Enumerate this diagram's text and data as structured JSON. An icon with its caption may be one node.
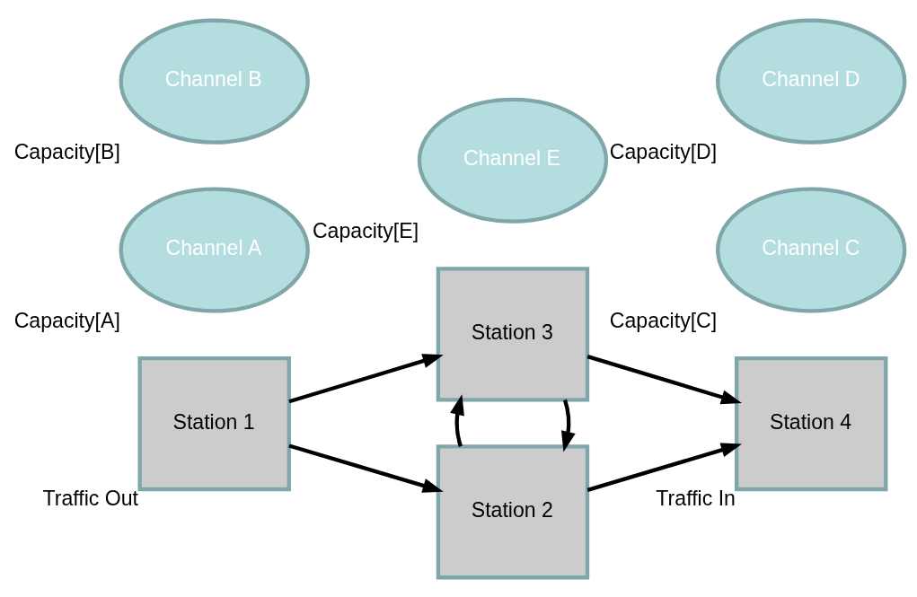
{
  "diagram": {
    "nodes": [
      {
        "text": [
          "Station 1"
        ],
        "beside": [
          "Traffic Out"
        ]
      },
      {
        "text": [
          "Station 2"
        ]
      },
      {
        "text": [
          "Station 3"
        ]
      },
      {
        "text": [
          "Station 4"
        ],
        "beside": [
          "Traffic In"
        ]
      },
      {
        "text": [
          "Channel A"
        ],
        "beside": [
          "Capacity[A]"
        ]
      },
      {
        "text": [
          "Channel B"
        ],
        "beside": [
          "Capacity[B]"
        ]
      },
      {
        "text": [
          "Channel C"
        ],
        "beside": [
          "Capacity[C]"
        ]
      },
      {
        "text": [
          "Channel D"
        ],
        "beside": [
          "Capacity[D]"
        ]
      },
      {
        "text": [
          "Channel E"
        ],
        "beside": [
          "Capacity[E]"
        ]
      }
    ],
    "edges": [
      {
        "from": 0,
        "to": 1,
        "arrow": "to"
      },
      {
        "from": 0,
        "to": 2,
        "arrow": "to"
      },
      {
        "from": 1,
        "to": 3,
        "arrow": "to"
      },
      {
        "from": 2,
        "to": 3,
        "arrow": "to"
      },
      {
        "from": 2,
        "to": 1,
        "arrow": "to"
      },
      {
        "from": 1,
        "to": 2,
        "arrow": "to"
      }
    ]
  }
}
